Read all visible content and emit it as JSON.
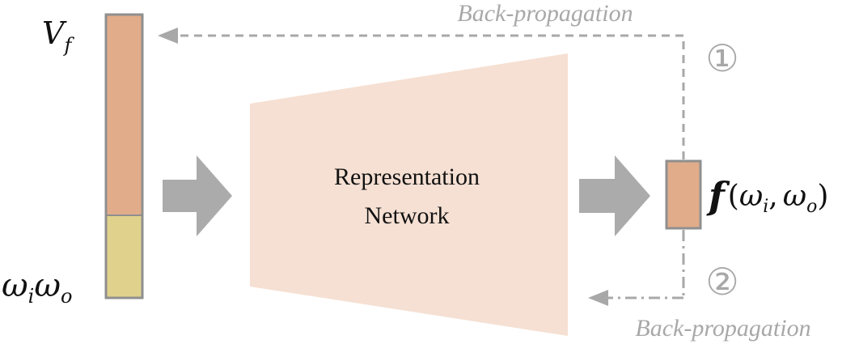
{
  "input_vector": {
    "feature_label": "V",
    "feature_subscript": "f",
    "direction_label_1": "ω",
    "direction_sub_1": "i",
    "direction_label_2": "ω",
    "direction_sub_2": "o",
    "feature_color": "#e1ac8a",
    "direction_color": "#e0d28c",
    "border_color": "#8f8f8f"
  },
  "network": {
    "line1": "Representation",
    "line2": "Network",
    "fill_color": "#f5e0d3"
  },
  "output": {
    "func": "f",
    "open_paren": "(",
    "arg1": "ω",
    "arg1_sub": "i",
    "comma": ",",
    "arg2": "ω",
    "arg2_sub": "o",
    "close_paren": ")",
    "fill_color": "#e1ac8a"
  },
  "backprop": {
    "top_label": "Back-propagation",
    "top_step": "①",
    "bottom_label": "Back-propagation",
    "bottom_step": "②",
    "color": "#a8a8a8"
  },
  "arrow_color": "#ababab"
}
